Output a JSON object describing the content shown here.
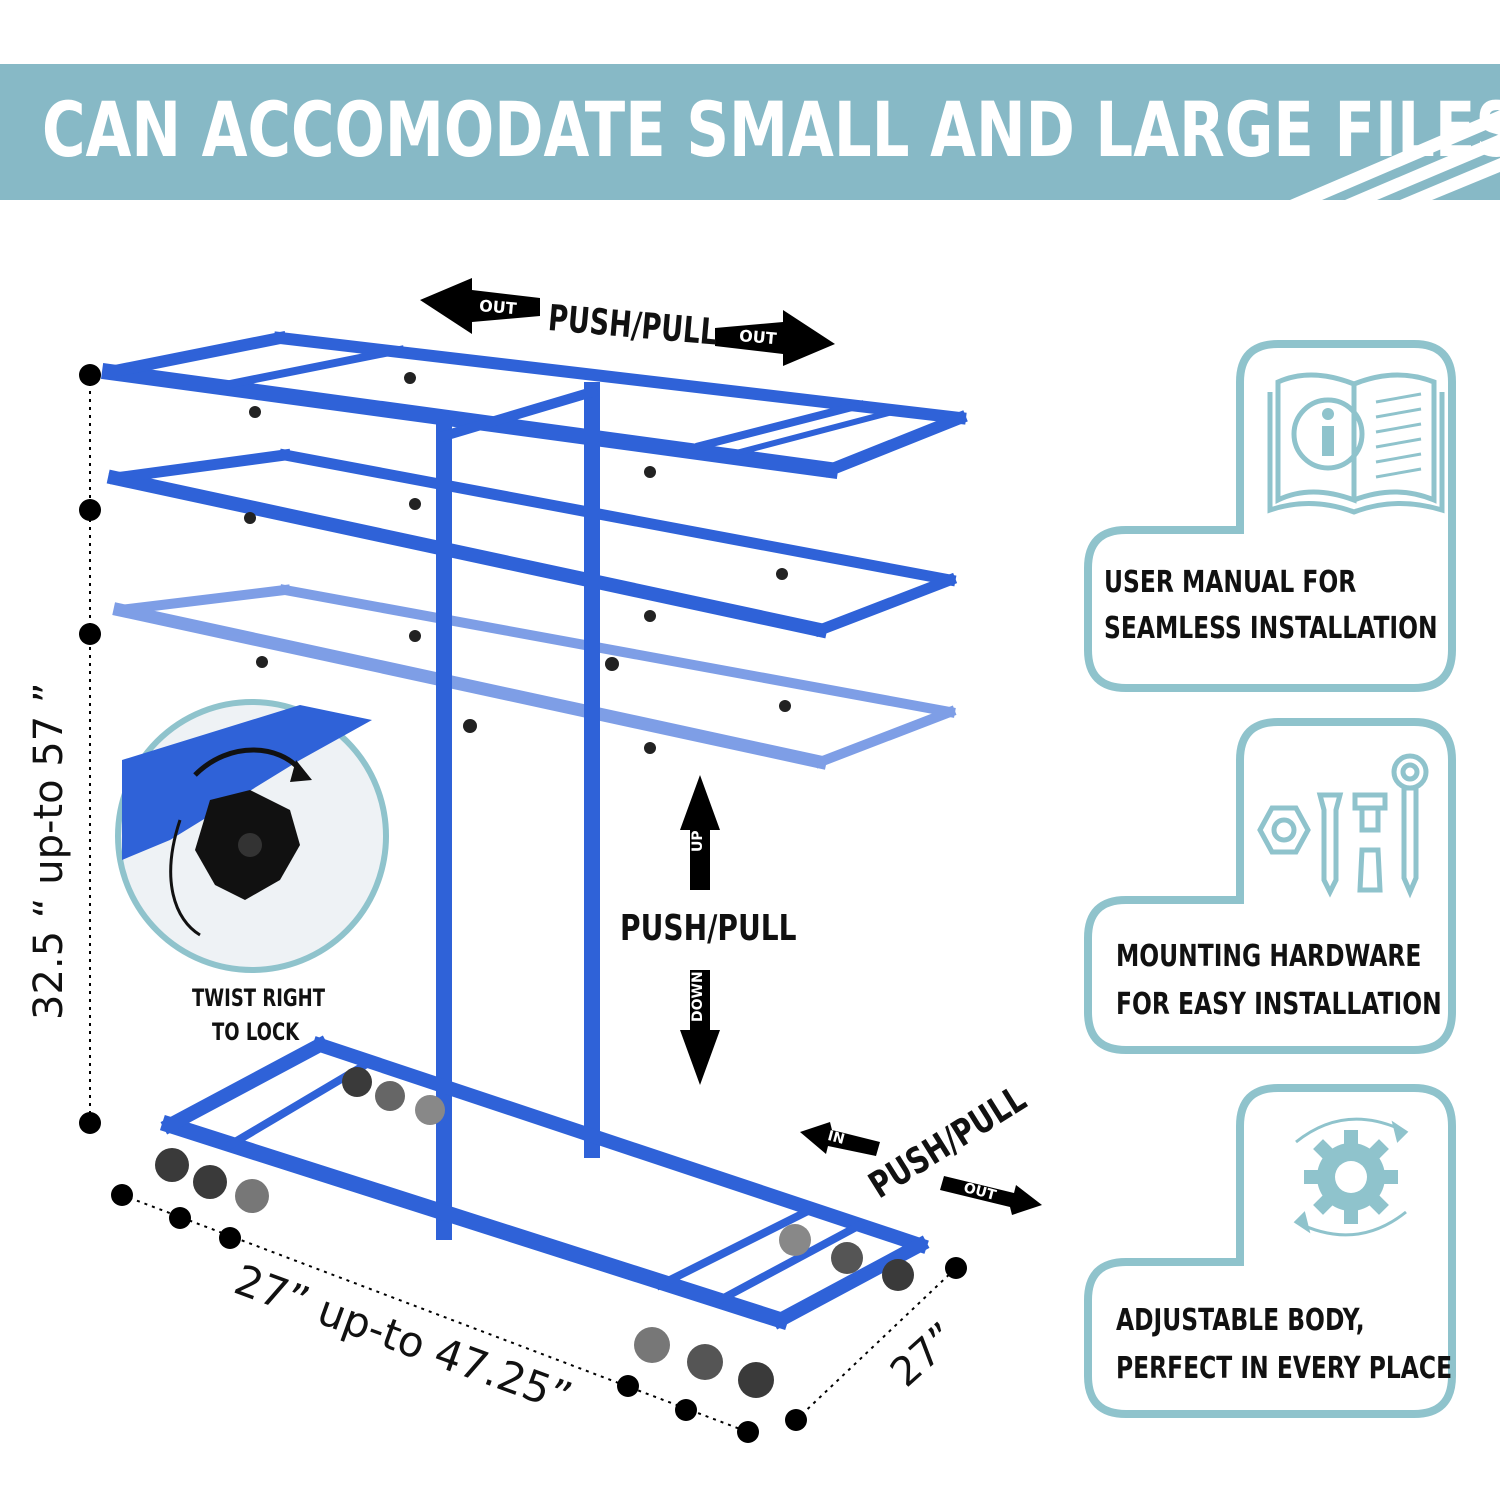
{
  "header": {
    "title": "CAN ACCOMODATE SMALL AND LARGE FILES"
  },
  "arrows": {
    "top_out_left": "OUT",
    "top_push_pull": "PUSH/PULL",
    "top_out_right": "OUT",
    "vertical_up": "UP",
    "vertical_push_pull": "PUSH/PULL",
    "vertical_down": "DOWN",
    "base_in": "IN",
    "base_push_pull": "PUSH/PULL",
    "base_out": "OUT"
  },
  "knob_callout": {
    "line1": "TWIST RIGHT",
    "line2": "TO LOCK"
  },
  "dimensions": {
    "height": "32.5 “   up-to  57 ”",
    "length": "27”   up-to   47.25”",
    "depth": "27”"
  },
  "features": [
    {
      "icon": "manual-icon",
      "line1": "USER MANUAL FOR",
      "line2": "SEAMLESS INSTALLATION"
    },
    {
      "icon": "hardware-icon",
      "line1": "MOUNTING HARDWARE",
      "line2": "FOR  EASY INSTALLATION"
    },
    {
      "icon": "gear-icon",
      "line1": "ADJUSTABLE BODY,",
      "line2": "PERFECT IN EVERY PLACE"
    }
  ],
  "colors": {
    "banner": "#87b9c6",
    "frame": "#2f62d8",
    "card_border": "#8fc3cc",
    "text": "#111111"
  }
}
